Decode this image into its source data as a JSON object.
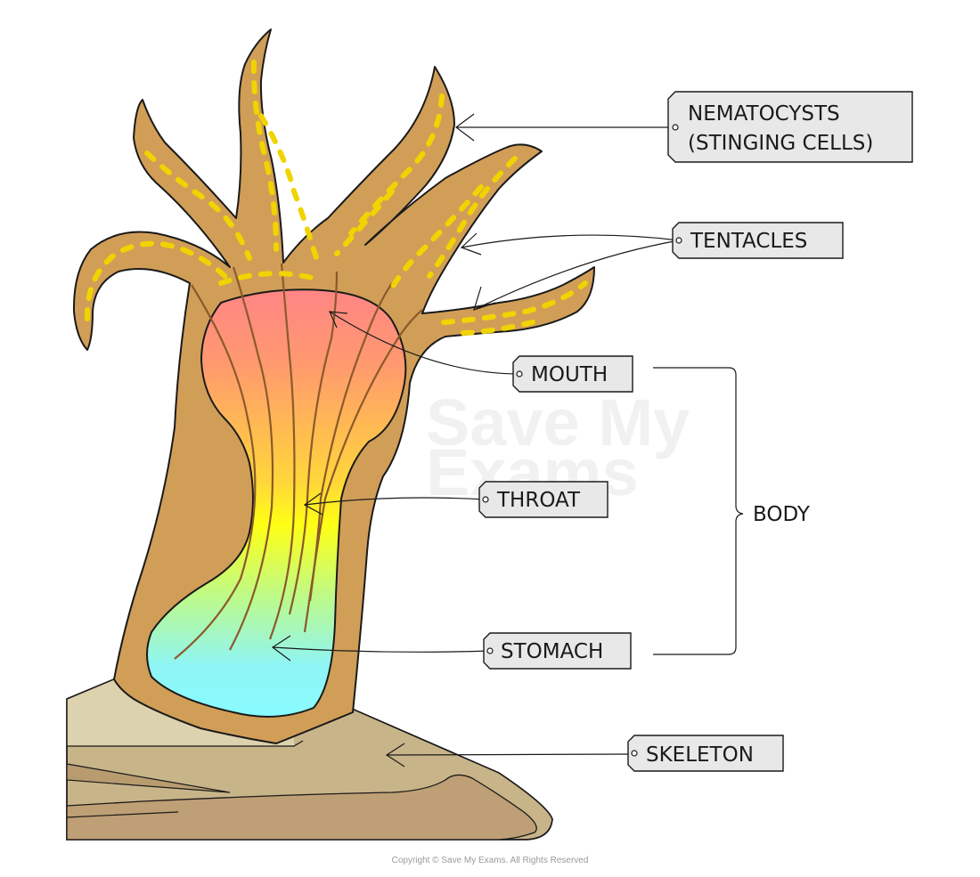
{
  "diagram": {
    "subject": "sea anemone (coral polyp) anatomy",
    "labels": {
      "nematocysts_line1": "NEMATOCYSTS",
      "nematocysts_line2": "(STINGING CELLS)",
      "tentacles": "TENTACLES",
      "mouth": "MOUTH",
      "throat": "THROAT",
      "stomach": "STOMACH",
      "skeleton": "SKELETON",
      "body": "BODY"
    },
    "watermark": {
      "line1": "Save My",
      "line2": "Exams"
    },
    "copyright": "Copyright © Save My Exams. All Rights Reserved"
  },
  "colors": {
    "body_fill": "#d19e58",
    "tag_fill": "#e8e8e8",
    "skeleton_light": "#ddd2ae",
    "skeleton_mid": "#c8b489",
    "skeleton_dark": "#bf9f76",
    "dots": "#f0d400",
    "gut_top": "#ff8c8c",
    "gut_mid": "#ffff1a",
    "gut_bottom": "#88fbff"
  }
}
